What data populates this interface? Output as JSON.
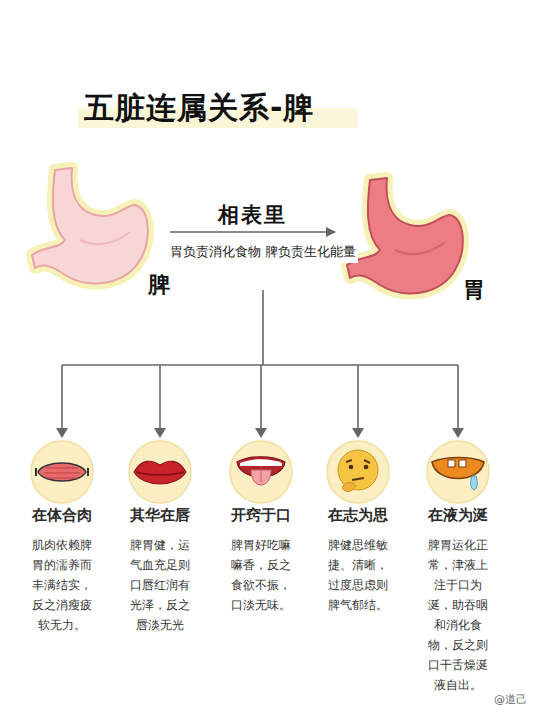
{
  "diagram": {
    "title": "五脏连属关系-脾",
    "nodes": [
      {
        "text": [
          "脾"
        ]
      },
      {
        "text": [
          "胃"
        ]
      },
      {
        "text": [
          "在体合肉",
          "肌肉依赖脾胃的濡养而丰满结实，反之消瘦疲软无力。"
        ]
      },
      {
        "text": [
          "其华在唇",
          "脾胃健，运气血充足则口唇红润有光泽，反之唇淡无光"
        ]
      },
      {
        "text": [
          "开窍于口",
          "脾胃好吃嘛嘛香，反之食欲不振，口淡无味。"
        ]
      },
      {
        "text": [
          "在志为思",
          "脾健思维敏捷、清晰，过度思虑则脾气郁结。"
        ]
      },
      {
        "text": [
          "在液为涎",
          "脾胃运化正常，津液上注于口为涎，助吞咽和消化食物，反之则口干舌燥涎液自出。"
        ]
      }
    ],
    "edges": [
      {
        "from": 0,
        "to": 1,
        "label": "相表里",
        "arrow": "to"
      }
    ],
    "labels": [
      "胃负责消化食物 脾负责生化能量",
      "@道己"
    ]
  }
}
